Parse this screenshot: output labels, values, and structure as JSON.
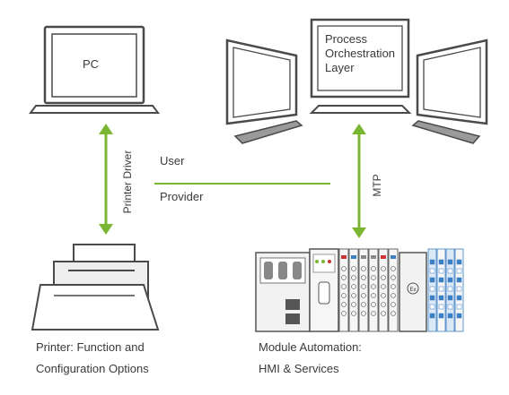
{
  "labels": {
    "pc": "PC",
    "pol_line1": "Process",
    "pol_line2": "Orchestration",
    "pol_line3": "Layer",
    "user": "User",
    "provider": "Provider",
    "printer_driver": "Printer Driver",
    "mtp": "MTP",
    "printer_caption_line1": "Printer: Function and",
    "printer_caption_line2": "Configuration Options",
    "module_caption_line1": "Module Automation:",
    "module_caption_line2": "HMI & Services",
    "ex_badge": "Ex"
  },
  "colors": {
    "accent_green": "#7bb632",
    "outline": "#4a4a4a",
    "light_fill": "#eeeeee",
    "terminal_blue": "#3b7fc4"
  }
}
